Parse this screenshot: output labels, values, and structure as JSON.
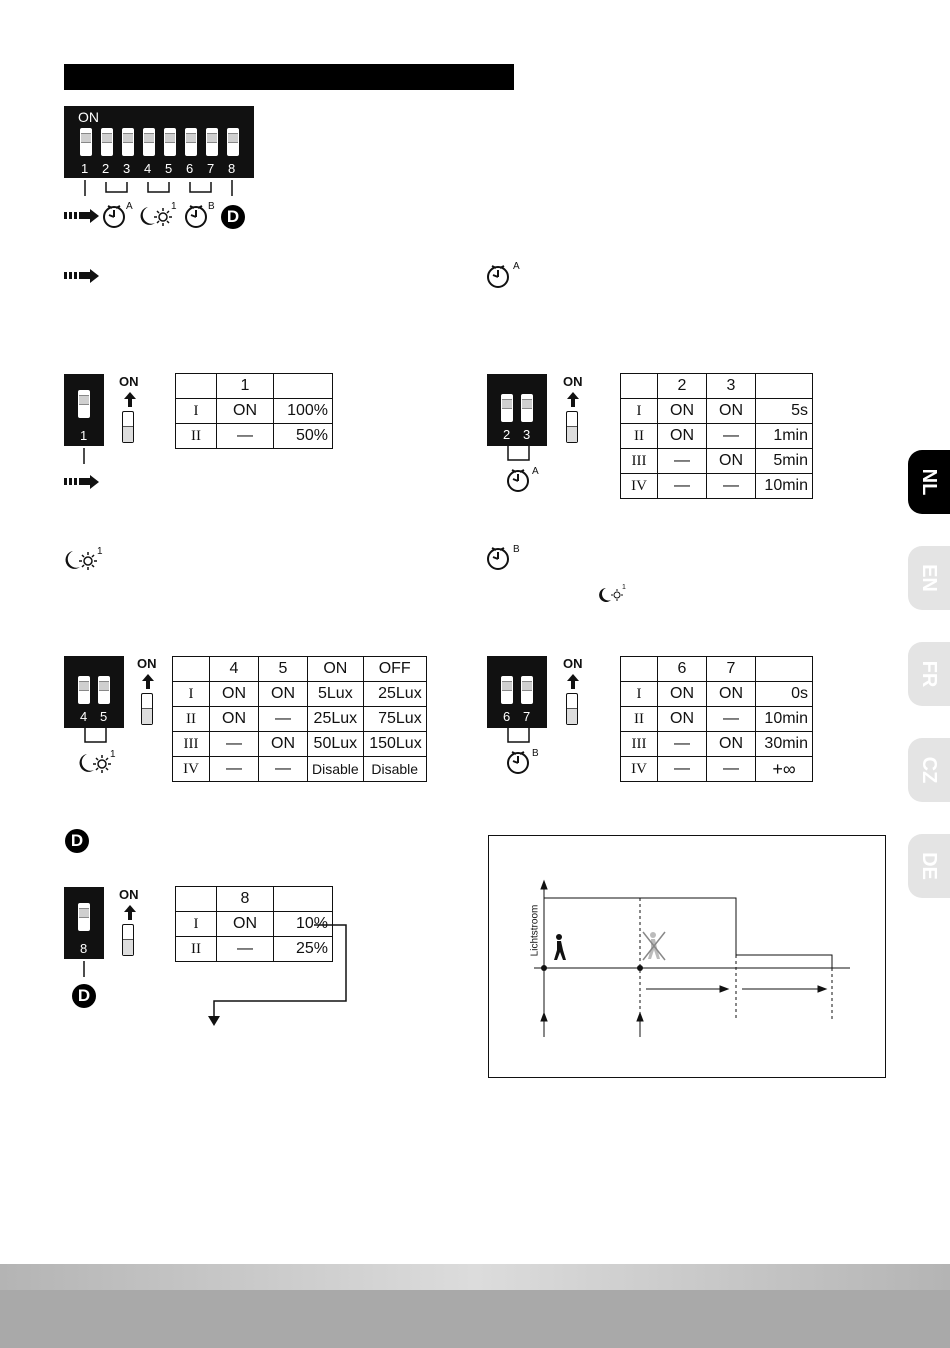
{
  "dip": {
    "on_label": "ON",
    "numbers": [
      "1",
      "2",
      "3",
      "4",
      "5",
      "6",
      "7",
      "8"
    ]
  },
  "icons": {
    "timer_a_sup": "A",
    "timer_b_sup": "B",
    "lux_sup": "1",
    "d_letter": "D"
  },
  "arrow_label": "ON",
  "table_power": {
    "header": [
      "",
      "1",
      ""
    ],
    "rows": [
      [
        "I",
        "ON",
        "100%"
      ],
      [
        "II",
        "—",
        "50%"
      ]
    ]
  },
  "table_time_a": {
    "header": [
      "",
      "2",
      "3",
      ""
    ],
    "rows": [
      [
        "I",
        "ON",
        "ON",
        "5s"
      ],
      [
        "II",
        "ON",
        "—",
        "1min"
      ],
      [
        "III",
        "—",
        "ON",
        "5min"
      ],
      [
        "IV",
        "—",
        "—",
        "10min"
      ]
    ]
  },
  "table_lux": {
    "header": [
      "",
      "4",
      "5",
      "ON",
      "OFF"
    ],
    "rows": [
      [
        "I",
        "ON",
        "ON",
        "5Lux",
        "25Lux"
      ],
      [
        "II",
        "ON",
        "—",
        "25Lux",
        "75Lux"
      ],
      [
        "III",
        "—",
        "ON",
        "50Lux",
        "150Lux"
      ],
      [
        "IV",
        "—",
        "—",
        "Disable",
        "Disable"
      ]
    ]
  },
  "table_time_b": {
    "header": [
      "",
      "6",
      "7",
      ""
    ],
    "rows": [
      [
        "I",
        "ON",
        "ON",
        "0s"
      ],
      [
        "II",
        "ON",
        "—",
        "10min"
      ],
      [
        "III",
        "—",
        "ON",
        "30min"
      ],
      [
        "IV",
        "—",
        "—",
        "+∞"
      ]
    ]
  },
  "table_dim": {
    "header": [
      "",
      "8",
      ""
    ],
    "rows": [
      [
        "I",
        "ON",
        "10%"
      ],
      [
        "II",
        "—",
        "25%"
      ]
    ]
  },
  "timing": {
    "axis_label": "Lichtstroom"
  },
  "lang_tabs": [
    {
      "label": "NL",
      "color": "#000000"
    },
    {
      "label": "EN",
      "color": "#e4e4e4"
    },
    {
      "label": "FR",
      "color": "#e4e4e4"
    },
    {
      "label": "CZ",
      "color": "#e4e4e4"
    },
    {
      "label": "DE",
      "color": "#e4e4e4"
    }
  ]
}
